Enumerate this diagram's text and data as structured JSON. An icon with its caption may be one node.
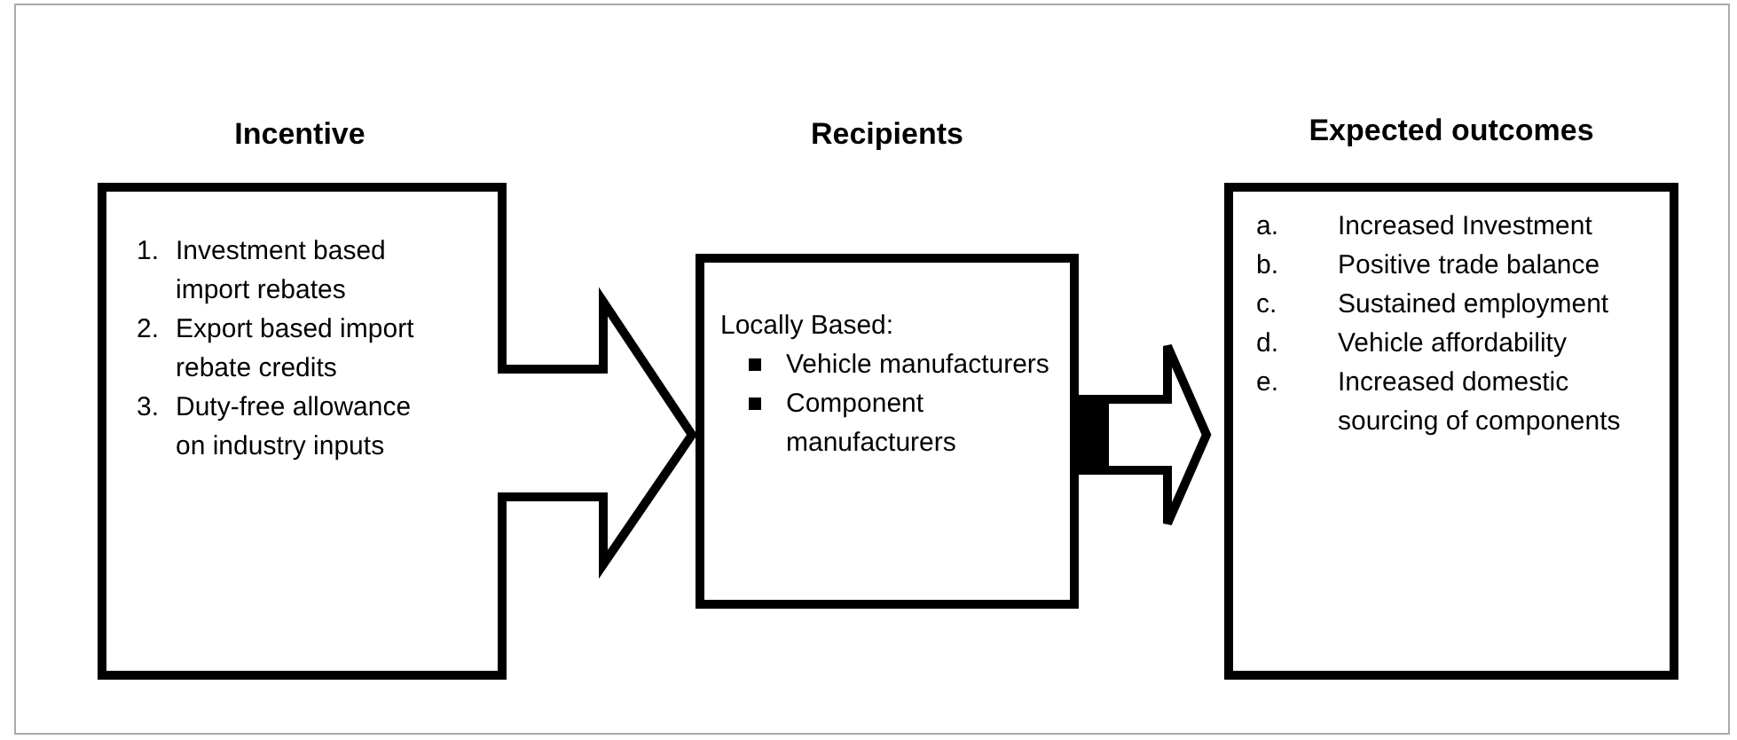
{
  "diagram": {
    "nodes": [
      {
        "text": [
          "Incentive",
          "1.",
          "Investment based import rebates",
          "2.",
          "Export based import rebate credits",
          "3.",
          "Duty-free allowance on industry inputs"
        ]
      },
      {
        "text": [
          "Recipients",
          "Locally Based:",
          "Vehicle manufacturers",
          "Component manufacturers"
        ]
      },
      {
        "text": [
          "Expected outcomes",
          "a.",
          "Increased Investment",
          "b.",
          "Positive trade balance",
          "c.",
          "Sustained employment",
          "d.",
          "Vehicle affordability",
          "e.",
          "Increased domestic sourcing of components"
        ]
      }
    ],
    "edges": [
      {
        "from": 1,
        "to": 2,
        "arrow": "to",
        "style": "thick"
      }
    ]
  }
}
